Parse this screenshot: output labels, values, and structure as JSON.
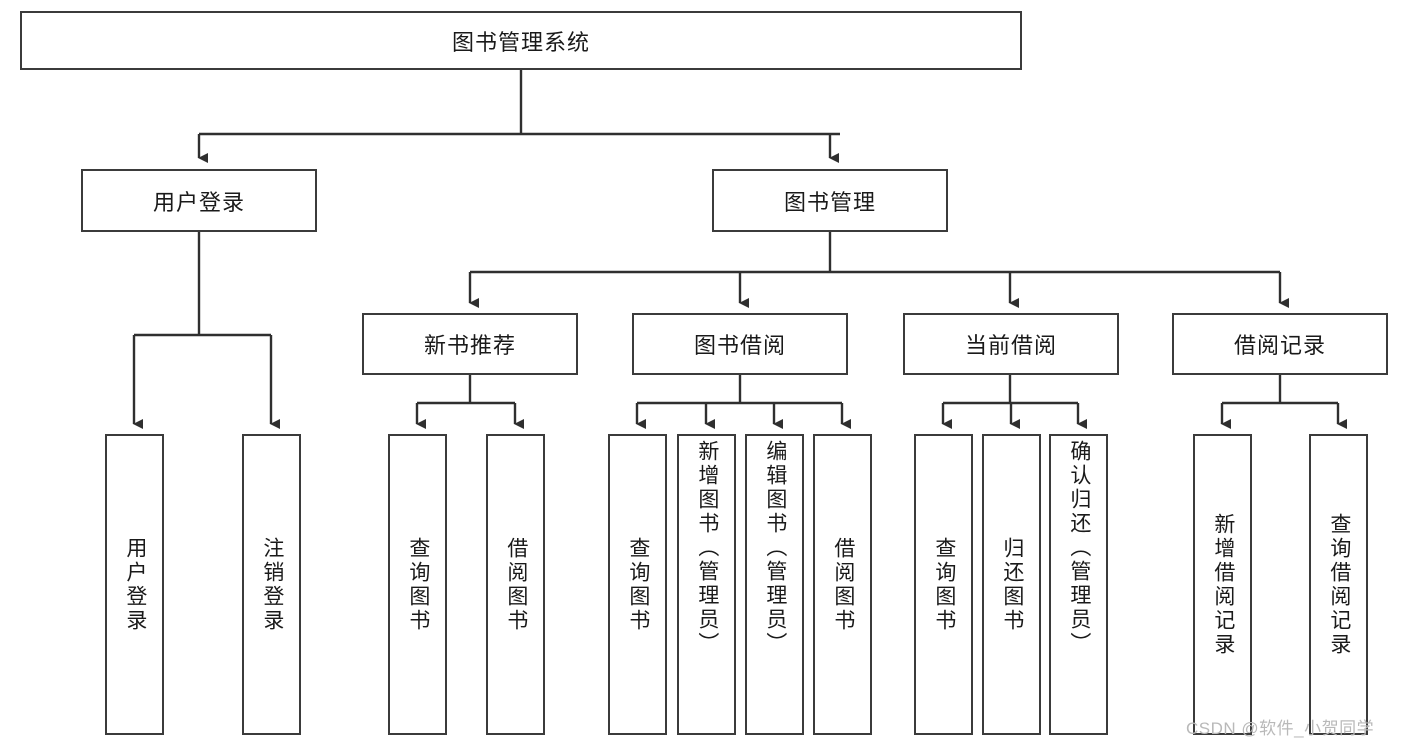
{
  "diagram": {
    "type": "tree-hierarchy",
    "title": "图书管理系统",
    "watermark": "CSDN @软件_小贺同学",
    "colors": {
      "box_border": "#3b3b3b",
      "box_fill": "#ffffff",
      "line": "#2f2f2f",
      "text": "#1a1a1a",
      "watermark": "#b9b9b9"
    },
    "root": {
      "label": "图书管理系统"
    },
    "level2": [
      {
        "label": "用户登录"
      },
      {
        "label": "图书管理"
      }
    ],
    "level3": [
      {
        "label": "新书推荐"
      },
      {
        "label": "图书借阅"
      },
      {
        "label": "当前借阅"
      },
      {
        "label": "借阅记录"
      }
    ],
    "leaves": {
      "user_login": [
        {
          "label": "用户登录"
        },
        {
          "label": "注销登录"
        }
      ],
      "new_book": [
        {
          "label": "查询图书"
        },
        {
          "label": "借阅图书"
        }
      ],
      "book_borrow": [
        {
          "label": "查询图书"
        },
        {
          "label": "新增图书（管理员）"
        },
        {
          "label": "编辑图书（管理员）"
        },
        {
          "label": "借阅图书"
        }
      ],
      "current_borrow": [
        {
          "label": "查询图书"
        },
        {
          "label": "归还图书"
        },
        {
          "label": "确认归还（管理员）"
        }
      ],
      "borrow_record": [
        {
          "label": "新增借阅记录"
        },
        {
          "label": "查询借阅记录"
        }
      ]
    }
  }
}
